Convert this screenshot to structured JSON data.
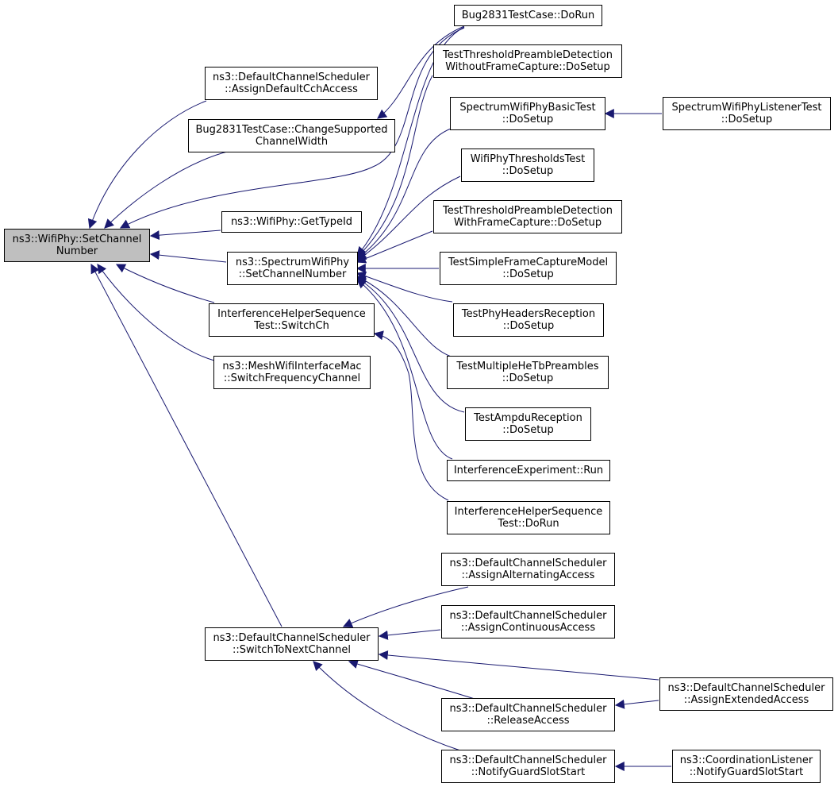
{
  "colors": {
    "edge": "#191970",
    "root_fill": "#bfbfbf",
    "node_fill": "#ffffff",
    "border": "#000000"
  },
  "nodes": {
    "root": {
      "l1": "ns3::WifiPhy::SetChannel",
      "l2": "Number"
    },
    "dcs_acc": {
      "l1": "ns3::DefaultChannelScheduler",
      "l2": "::AssignDefaultCchAccess"
    },
    "bug_csw": {
      "l1": "Bug2831TestCase::ChangeSupported",
      "l2": "ChannelWidth"
    },
    "gettypeid": {
      "l1": "ns3::WifiPhy::GetTypeId"
    },
    "swp": {
      "l1": "ns3::SpectrumWifiPhy",
      "l2": "::SetChannelNumber"
    },
    "ihs_sw": {
      "l1": "InterferenceHelperSequence",
      "l2": "Test::SwitchCh"
    },
    "mesh": {
      "l1": "ns3::MeshWifiInterfaceMac",
      "l2": "::SwitchFrequencyChannel"
    },
    "dcs_next": {
      "l1": "ns3::DefaultChannelScheduler",
      "l2": "::SwitchToNextChannel"
    },
    "bug_run": {
      "l1": "Bug2831TestCase::DoRun"
    },
    "ttpd_wo": {
      "l1": "TestThresholdPreambleDetection",
      "l2": "WithoutFrameCapture::DoSetup"
    },
    "swpbt": {
      "l1": "SpectrumWifiPhyBasicTest",
      "l2": "::DoSetup"
    },
    "swplt": {
      "l1": "SpectrumWifiPhyListenerTest",
      "l2": "::DoSetup"
    },
    "wpthr": {
      "l1": "WifiPhyThresholdsTest",
      "l2": "::DoSetup"
    },
    "ttpd_w": {
      "l1": "TestThresholdPreambleDetection",
      "l2": "WithFrameCapture::DoSetup"
    },
    "tsfcm": {
      "l1": "TestSimpleFrameCaptureModel",
      "l2": "::DoSetup"
    },
    "tphr": {
      "l1": "TestPhyHeadersReception",
      "l2": "::DoSetup"
    },
    "tmhtp": {
      "l1": "TestMultipleHeTbPreambles",
      "l2": "::DoSetup"
    },
    "tampdu": {
      "l1": "TestAmpduReception",
      "l2": "::DoSetup"
    },
    "ie_run": {
      "l1": "InterferenceExperiment::Run"
    },
    "ihs_run": {
      "l1": "InterferenceHelperSequence",
      "l2": "Test::DoRun"
    },
    "dcs_alt": {
      "l1": "ns3::DefaultChannelScheduler",
      "l2": "::AssignAlternatingAccess"
    },
    "dcs_cont": {
      "l1": "ns3::DefaultChannelScheduler",
      "l2": "::AssignContinuousAccess"
    },
    "dcs_ext": {
      "l1": "ns3::DefaultChannelScheduler",
      "l2": "::AssignExtendedAccess"
    },
    "dcs_rel": {
      "l1": "ns3::DefaultChannelScheduler",
      "l2": "::ReleaseAccess"
    },
    "dcs_ngs": {
      "l1": "ns3::DefaultChannelScheduler",
      "l2": "::NotifyGuardSlotStart"
    },
    "cl_ngs": {
      "l1": "ns3::CoordinationListener",
      "l2": "::NotifyGuardSlotStart"
    }
  }
}
